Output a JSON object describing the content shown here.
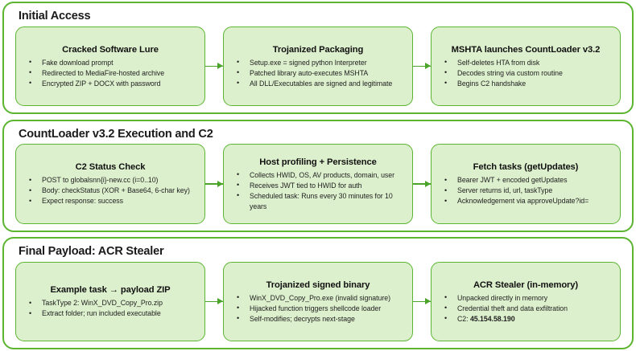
{
  "theme": {
    "section_border": "#5cb531",
    "card_fill": "#ddf0cd",
    "card_border": "#5cb531",
    "arrow": "#4ba32a",
    "text": "#1f1f1f"
  },
  "sections": [
    {
      "title": "Initial Access",
      "cards": [
        {
          "title": "Cracked Software Lure",
          "bullets": [
            "Fake download prompt",
            "Redirected to MediaFire-hosted archive",
            "Encrypted ZIP + DOCX with password"
          ]
        },
        {
          "title": "Trojanized Packaging",
          "bullets": [
            "Setup.exe = signed python Interpreter",
            "Patched library auto-executes MSHTA",
            "All DLL/Executables are signed and legitimate"
          ]
        },
        {
          "title": "MSHTA launches CountLoader v3.2",
          "bullets": [
            "Self-deletes HTA from disk",
            "Decodes string via custom routine",
            "Begins C2 handshake"
          ]
        }
      ]
    },
    {
      "title": "CountLoader v3.2 Execution and C2",
      "cards": [
        {
          "title": "C2 Status Check",
          "bullets": [
            "POST to globalsnn{i}-new.cc (i=0..10)",
            "Body: checkStatus (XOR + Base64, 6-char key)",
            "Expect response: success"
          ]
        },
        {
          "title": "Host profiling + Persistence",
          "bullets": [
            "Collects HWID, OS, AV products, domain, user",
            "Receives JWT tied to HWID for auth",
            "Scheduled task: Runs every 30 minutes for 10 years"
          ]
        },
        {
          "title": "Fetch tasks (getUpdates)",
          "bullets": [
            "Bearer JWT + encoded getUpdates",
            "Server returns id, url, taskType",
            "Acknowledgement via approveUpdate?id="
          ]
        }
      ]
    },
    {
      "title": "Final Payload: ACR Stealer",
      "cards": [
        {
          "title": "Example task → payload ZIP",
          "bullets": [
            "TaskType 2: WinX_DVD_Copy_Pro.zip",
            "Extract folder; run included executable"
          ]
        },
        {
          "title": "Trojanized signed binary",
          "bullets": [
            "WinX_DVD_Copy_Pro.exe (invalid signature)",
            "Hijacked function triggers shellcode loader",
            "Self-modifies; decrypts next-stage"
          ]
        },
        {
          "title": "ACR Stealer (in-memory)",
          "bullets": [
            "Unpacked directly in memory",
            "Credential theft and data exfiltration",
            "C2: 45.154.58.190"
          ],
          "bold_tail": {
            "index": 2,
            "prefix": "C2: ",
            "bold": "45.154.58.190"
          }
        }
      ]
    }
  ]
}
